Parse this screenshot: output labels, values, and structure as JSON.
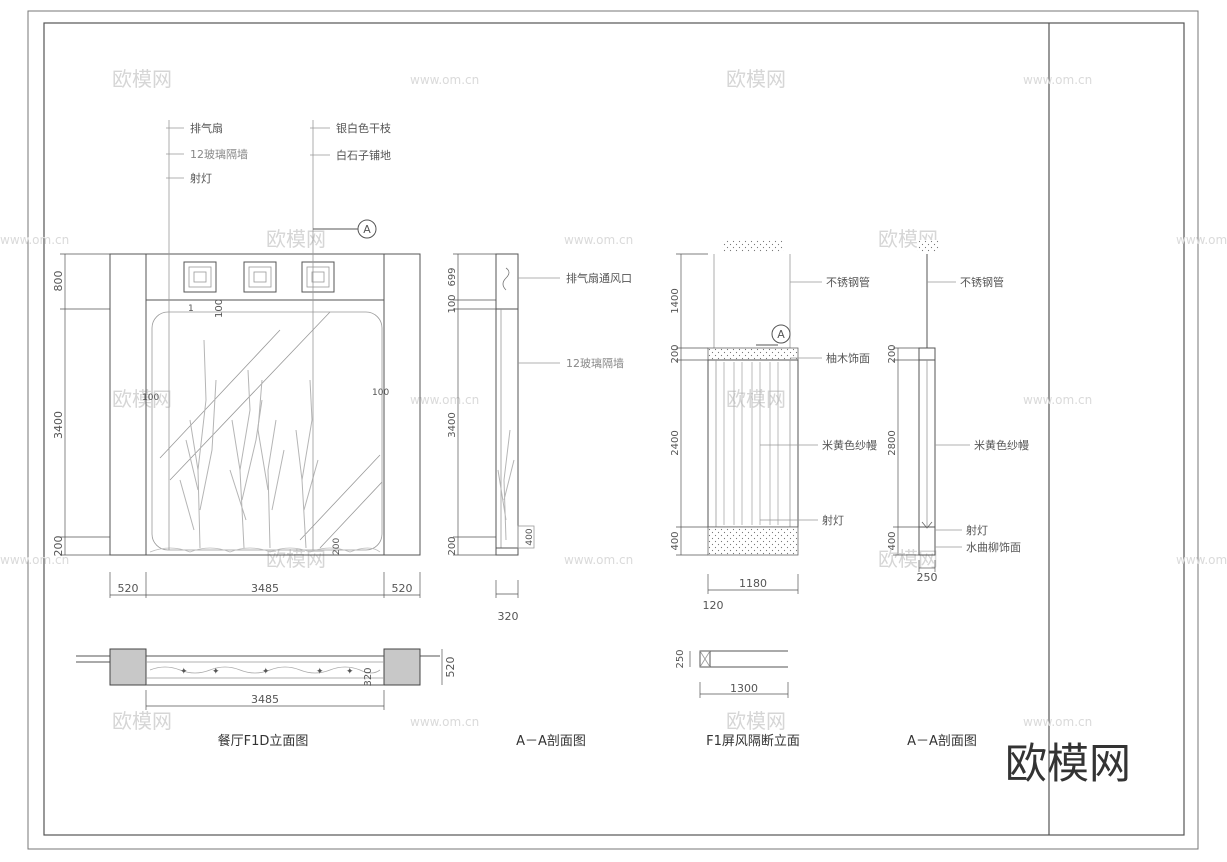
{
  "watermarks": {
    "brand": "欧模网",
    "url": "www.om.cn",
    "big_brand": "欧模网"
  },
  "drawing1": {
    "title": "餐厅F1D立面图",
    "callouts_left": [
      "排气扇",
      "12玻璃隔墙",
      "射灯"
    ],
    "callouts_right": [
      "银白色干枝",
      "白石子铺地"
    ],
    "section_marker": "A",
    "dims_v": [
      "800",
      "3400",
      "200"
    ],
    "dims_h": [
      "520",
      "3485",
      "520"
    ],
    "inner_dims": [
      "100",
      "100",
      "100",
      "200",
      "1"
    ],
    "plan_dims": [
      "3485",
      "520",
      "320"
    ]
  },
  "drawing2": {
    "title": "A－A剖面图",
    "callouts": [
      "排气扇通风口",
      "12玻璃隔墙"
    ],
    "dims_v": [
      "699",
      "100",
      "3400",
      "200"
    ],
    "dim_small": "400",
    "dim_h": "320"
  },
  "drawing3": {
    "title": "F1屏风隔断立面",
    "callouts": [
      "不锈钢管",
      "柚木饰面",
      "米黄色纱幔",
      "射灯"
    ],
    "section_marker": "A",
    "dims_v": [
      "1400",
      "200",
      "2400",
      "400"
    ],
    "dim_h": "1180",
    "dim_offset": "120",
    "plan_dims": [
      "250",
      "1300"
    ]
  },
  "drawing4": {
    "title": "A－A剖面图",
    "callouts": [
      "不锈钢管",
      "米黄色纱幔",
      "射灯",
      "水曲柳饰面"
    ],
    "dims_v": [
      "200",
      "2800",
      "400"
    ],
    "dim_h": "250"
  }
}
